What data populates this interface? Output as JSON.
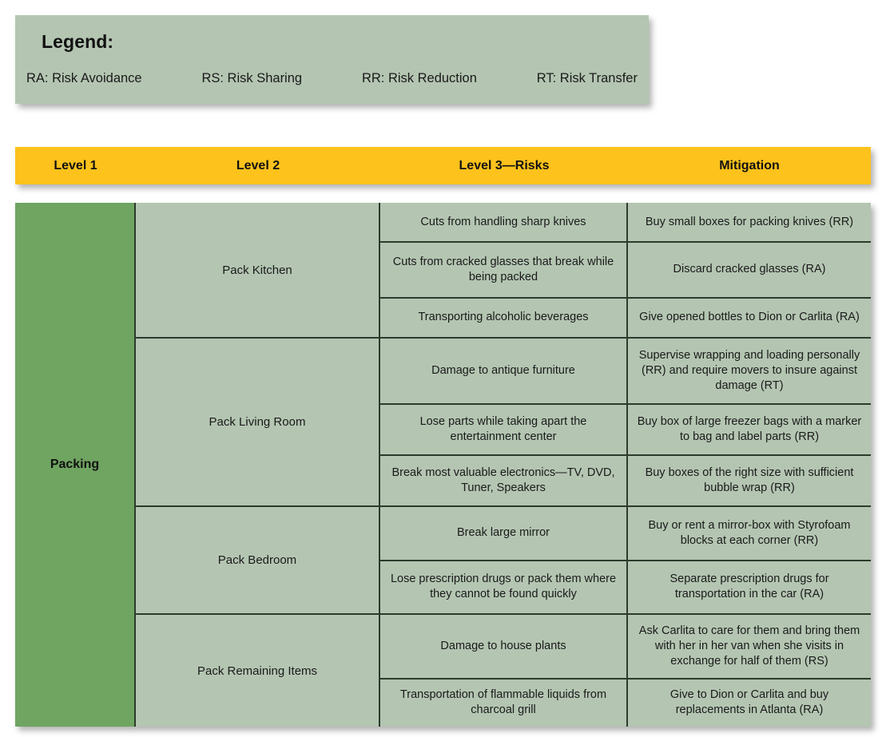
{
  "legend": {
    "title": "Legend:",
    "items": [
      "RA: Risk Avoidance",
      "RS: Risk Sharing",
      "RR: Risk Reduction",
      "RT: Risk Transfer"
    ]
  },
  "colors": {
    "header_yellow": "#fdc21c",
    "level1_green": "#6fa461",
    "cell_green": "#b4c6b2",
    "border": "#2d3a2c",
    "text": "#1a1a1a"
  },
  "table": {
    "headers": [
      "Level 1",
      "Level 2",
      "Level 3—Risks",
      "Mitigation"
    ],
    "level1": "Packing",
    "groups": [
      {
        "label": "Pack Kitchen",
        "rows": [
          {
            "risk": "Cuts from handling sharp knives",
            "mitigation": "Buy small boxes for packing knives (RR)"
          },
          {
            "risk": "Cuts from cracked glasses that break while being packed",
            "mitigation": "Discard cracked glasses (RA)"
          },
          {
            "risk": "Transporting alcoholic beverages",
            "mitigation": "Give opened bottles to Dion or Carlita (RA)"
          }
        ]
      },
      {
        "label": "Pack Living Room",
        "rows": [
          {
            "risk": "Damage to antique furniture",
            "mitigation": "Supervise wrapping and loading personally (RR) and require movers to insure against damage (RT)"
          },
          {
            "risk": "Lose parts while taking apart the entertainment center",
            "mitigation": "Buy box of large freezer bags with a marker to bag and label parts (RR)"
          },
          {
            "risk": "Break most valuable electronics—TV, DVD, Tuner, Speakers",
            "mitigation": "Buy boxes of the right size with sufficient bubble wrap (RR)"
          }
        ]
      },
      {
        "label": "Pack Bedroom",
        "rows": [
          {
            "risk": "Break large mirror",
            "mitigation": "Buy or rent a mirror-box with Styrofoam blocks at each corner (RR)"
          },
          {
            "risk": "Lose prescription drugs or pack them where they cannot be found quickly",
            "mitigation": "Separate prescription drugs for transportation in the car (RA)"
          }
        ]
      },
      {
        "label": "Pack Remaining Items",
        "rows": [
          {
            "risk": "Damage to house plants",
            "mitigation": "Ask Carlita to care for them and bring them with her in her van when she visits in exchange for half of them (RS)"
          },
          {
            "risk": "Transportation of flammable liquids from charcoal grill",
            "mitigation": "Give to Dion or Carlita and buy replacements in Atlanta (RA)"
          }
        ]
      }
    ]
  }
}
